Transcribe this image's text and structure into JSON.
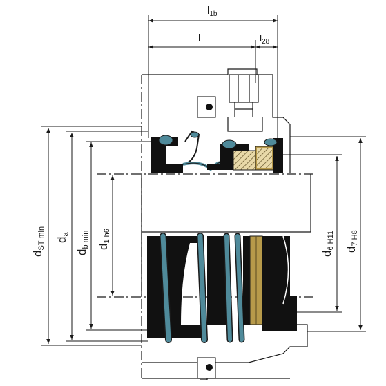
{
  "colors": {
    "ink": "#1a1a1a",
    "rubber": "#111111",
    "spring": "#4f8a9a",
    "bronze": "#b79a4a",
    "hatch": "#e8d9a8",
    "paper": "#ffffff"
  },
  "dimensions": {
    "l1b": {
      "base": "l",
      "sub": "1b"
    },
    "l": {
      "base": "l"
    },
    "l28": {
      "base": "l",
      "sub": "28"
    },
    "d_st_min": {
      "base": "d",
      "sub": "ST min"
    },
    "d_a": {
      "base": "d",
      "sub": "a"
    },
    "d_b_min": {
      "base": "d",
      "sub": "b min"
    },
    "d1_h6": {
      "base": "d",
      "sub": "1 h6"
    },
    "d6_h11": {
      "base": "d",
      "sub": "6 H11"
    },
    "d7_h8": {
      "base": "d",
      "sub": "7 H8"
    }
  }
}
